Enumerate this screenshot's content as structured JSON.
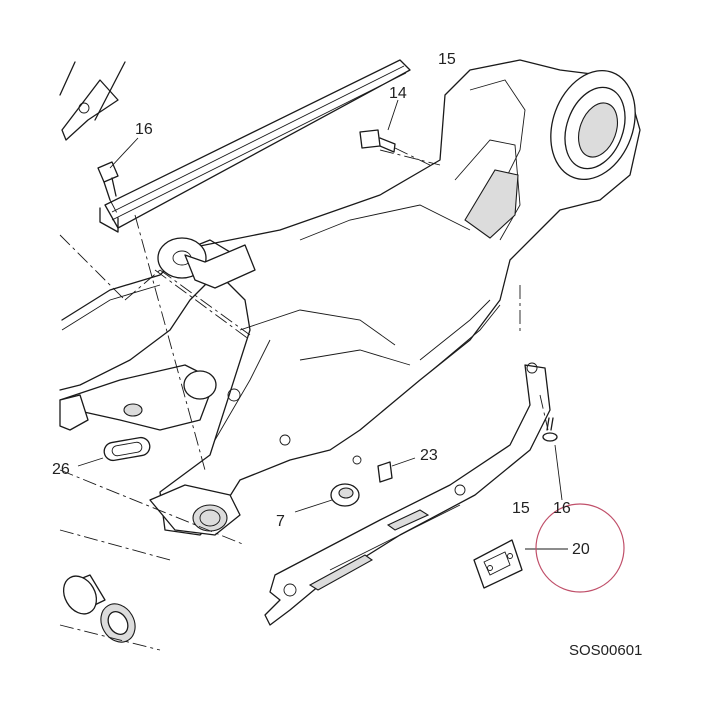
{
  "diagram": {
    "part_labels": {
      "p14": "14",
      "p16_top": "16",
      "p16_right": "16",
      "p23": "23",
      "p7": "7",
      "p15": "15",
      "p20": "20",
      "p26": "26",
      "p15_top": "15"
    },
    "drawing_code": "SOS00601",
    "highlight_color": "#c0506a"
  }
}
